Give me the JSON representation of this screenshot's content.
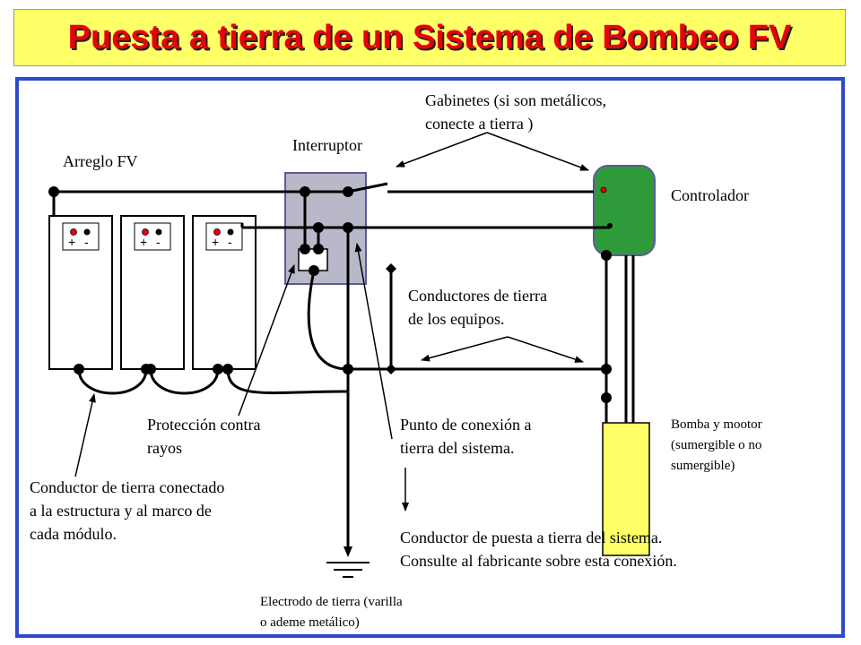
{
  "title": "Puesta a tierra de un Sistema de Bombeo FV",
  "colors": {
    "title_text": "#e8000b",
    "title_background": "#ffff66",
    "frame_border": "#2e4ac9",
    "switch_box": "#b8b8c8",
    "controller": "#2e9a3a",
    "pump": "#ffff66",
    "terminal_red": "#e8000b"
  },
  "labels": {
    "pv_array": "Arreglo FV",
    "switch": "Interruptor",
    "cabinets_line1": "Gabinetes (si son metálicos,",
    "cabinets_line2": "conecte a tierra )",
    "controller": "Controlador",
    "equipment_conductors_line1": "Conductores de tierra",
    "equipment_conductors_line2": "de los equipos.",
    "lightning_line1": "Protección contra",
    "lightning_line2": "rayos",
    "connection_point_line1": "Punto de conexión a",
    "connection_point_line2": "tierra del sistema.",
    "pump_line1": "Bomba y mootor",
    "pump_line2": "(sumergible o no",
    "pump_line3": "sumergible)",
    "frame_conductor_line1": "Conductor de tierra conectado",
    "frame_conductor_line2": "a la estructura y al marco de",
    "frame_conductor_line3": "cada módulo.",
    "system_conductor_line1": "Conductor de puesta a tierra del sistema.",
    "system_conductor_line2": "Consulte al fabricante sobre esta conexión.",
    "electrode_line1": "Electrodo de tierra (varilla",
    "electrode_line2": "o ademe metálico)"
  },
  "modules": [
    {
      "plus": "+",
      "minus": "-"
    },
    {
      "plus": "+",
      "minus": "-"
    },
    {
      "plus": "+",
      "minus": "-"
    }
  ]
}
